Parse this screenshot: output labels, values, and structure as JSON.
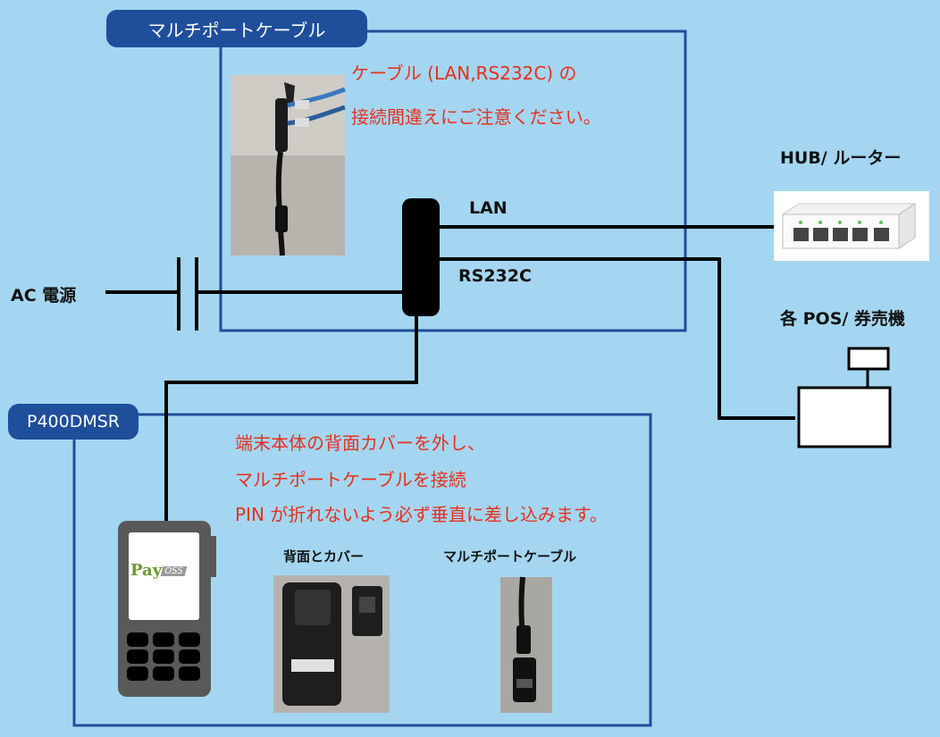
{
  "cable_box": {
    "tag": "マルチポートケーブル",
    "note_line1": "ケーブル (LAN,RS232C) の",
    "note_line2": "接続間違えにご注意ください。"
  },
  "labels": {
    "lan": "LAN",
    "rs232c": "RS232C",
    "ac_power": "AC 電源",
    "hub": "HUB/ ルーター",
    "pos": "各 POS/ 券売機"
  },
  "terminal_box": {
    "tag": "P400DMSR",
    "note_line1": "端末本体の背面カバーを外し、",
    "note_line2": "マルチポートケーブルを接続",
    "note_line3": "PIN が折れないよう必ず垂直に差し込みます。",
    "photo1_caption": "背面とカバー",
    "photo2_caption": "マルチポートケーブル"
  },
  "logo": {
    "text1": "Pay",
    "text2": "OSS"
  },
  "colors": {
    "background": "#a4d6f1",
    "accent": "#1f4e9b",
    "note": "#e8301c"
  }
}
